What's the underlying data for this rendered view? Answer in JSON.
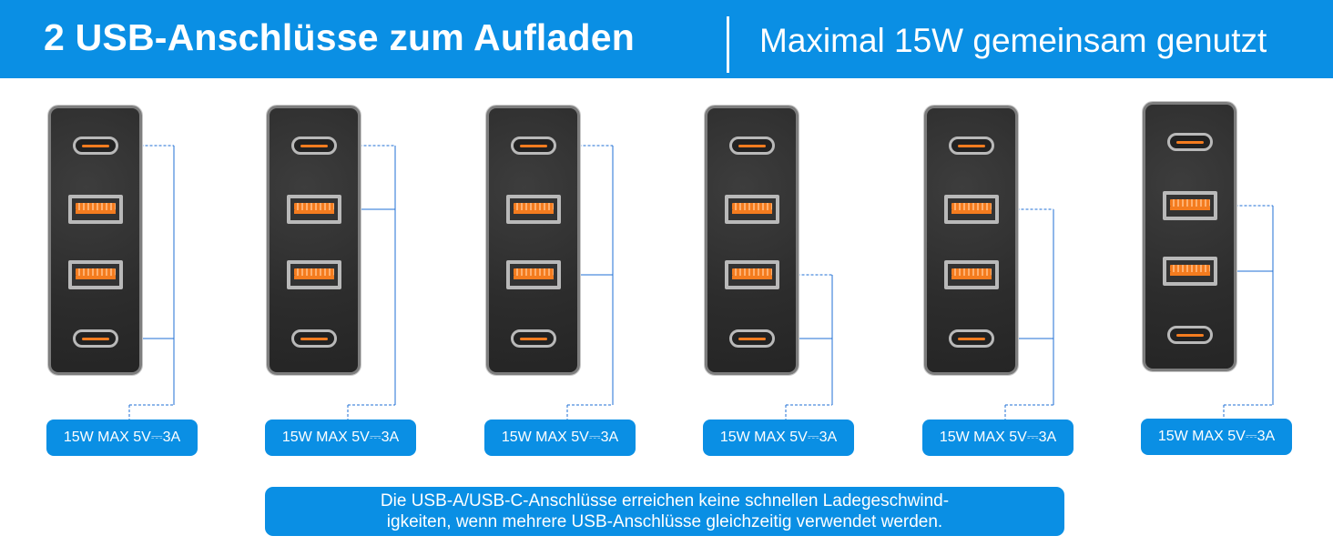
{
  "header": {
    "title": "2 USB-Anschlüsse zum Aufladen",
    "subtitle": "Maximal 15W gemeinsam genutzt"
  },
  "colors": {
    "accent": "#0a8fe4",
    "port_highlight": "#f47c1f",
    "charger_body": "#2c2c2c",
    "connector_line": "#1f6fd6"
  },
  "ports_order": [
    "usb-c",
    "usb-a",
    "usb-a",
    "usb-c"
  ],
  "combinations": [
    {
      "active_ports": [
        0,
        3
      ],
      "badge": "15W MAX 5V⎓3A"
    },
    {
      "active_ports": [
        0,
        1
      ],
      "badge": "15W MAX 5V⎓3A"
    },
    {
      "active_ports": [
        0,
        2
      ],
      "badge": "15W MAX 5V⎓3A"
    },
    {
      "active_ports": [
        2,
        3
      ],
      "badge": "15W MAX 5V⎓3A"
    },
    {
      "active_ports": [
        1,
        3
      ],
      "badge": "15W MAX 5V⎓3A"
    },
    {
      "active_ports": [
        1,
        2
      ],
      "badge": "15W MAX 5V⎓3A"
    }
  ],
  "note": {
    "line1": "Die USB-A/USB-C-Anschlüsse erreichen keine schnellen Ladegeschwind-",
    "line2": "igkeiten, wenn mehrere USB-Anschlüsse gleichzeitig verwendet werden."
  }
}
